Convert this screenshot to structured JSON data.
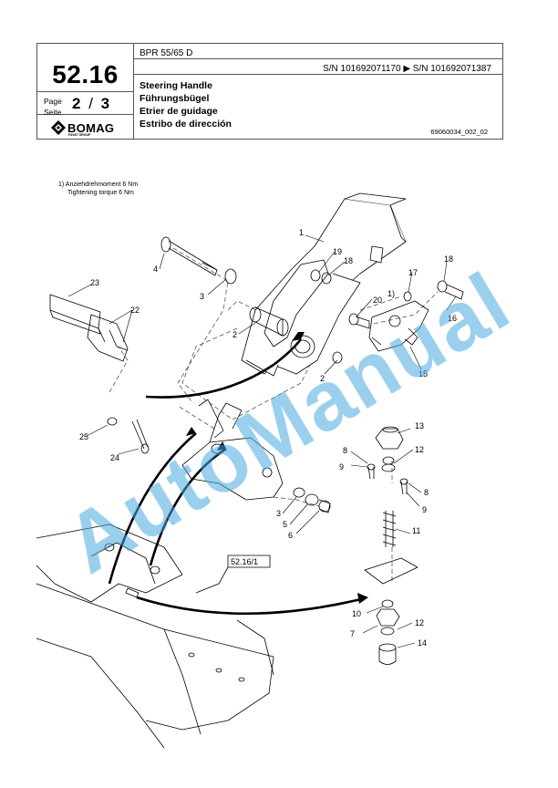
{
  "header": {
    "page_number": "52.16",
    "page_label_1": "Page",
    "page_label_2": "Seite",
    "page_current": "2",
    "page_sep": "/",
    "page_total": "3",
    "brand": "BOMAG",
    "brand_sub": "FAYAT GROUP",
    "model": "BPR 55/65 D",
    "serial_range": "S/N 101692071170   ▶   S/N 101692071387",
    "titles": [
      "Steering Handle",
      "Führungsbügel",
      "Etrier de guidage",
      "Estribo de dirección"
    ],
    "doc_number": "69060034_002_02"
  },
  "notes": {
    "line1": "1)  Anziehdrehmoment 6 Nm",
    "line2": "Tightening torque 6 Nm"
  },
  "drawing": {
    "labels": [
      "1",
      "19",
      "18",
      "17",
      "18",
      "16",
      "20",
      "1)",
      "15",
      "23",
      "22",
      "4",
      "3",
      "2",
      "2",
      "25",
      "24",
      "13",
      "12",
      "8",
      "9",
      "8",
      "9",
      "11",
      "3",
      "5",
      "6",
      "52.16/1",
      "10",
      "7",
      "12",
      "14"
    ],
    "watermark": "AutoManual"
  }
}
